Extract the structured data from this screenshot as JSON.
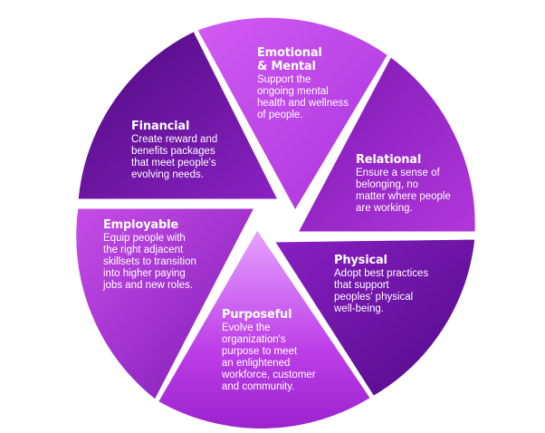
{
  "segments": [
    {
      "title": "Emotional\n& Mental",
      "description": "Support the\nongoing mental\nhealth and wellness\nof people.",
      "color": "#b13de0"
    },
    {
      "title": "Relational",
      "description": "Ensure a sense of\nbelonging, no\nmatter where people\nare working.",
      "color": "#8a1fb8"
    },
    {
      "title": "Physical",
      "description": "Adopt best practices\nthat support\npeoples' physical\nwell-being.",
      "color": "#6a0fa6"
    },
    {
      "title": "Purposeful",
      "description": "Evolve the\norganization's\npurpose to meet\nan enlightened\nworkforce, customer\nand community.",
      "color": "#c24fe6"
    },
    {
      "title": "Employable",
      "description": "Equip people with\nthe right adjacent\nskillsets to transition\ninto higher paying\njobs and new roles.",
      "color": "#9d2dd0"
    },
    {
      "title": "Financial",
      "description": "Create reward and\nbenefits packages\nthat meet people's\nevolving needs.",
      "color": "#5a0b8e"
    }
  ]
}
